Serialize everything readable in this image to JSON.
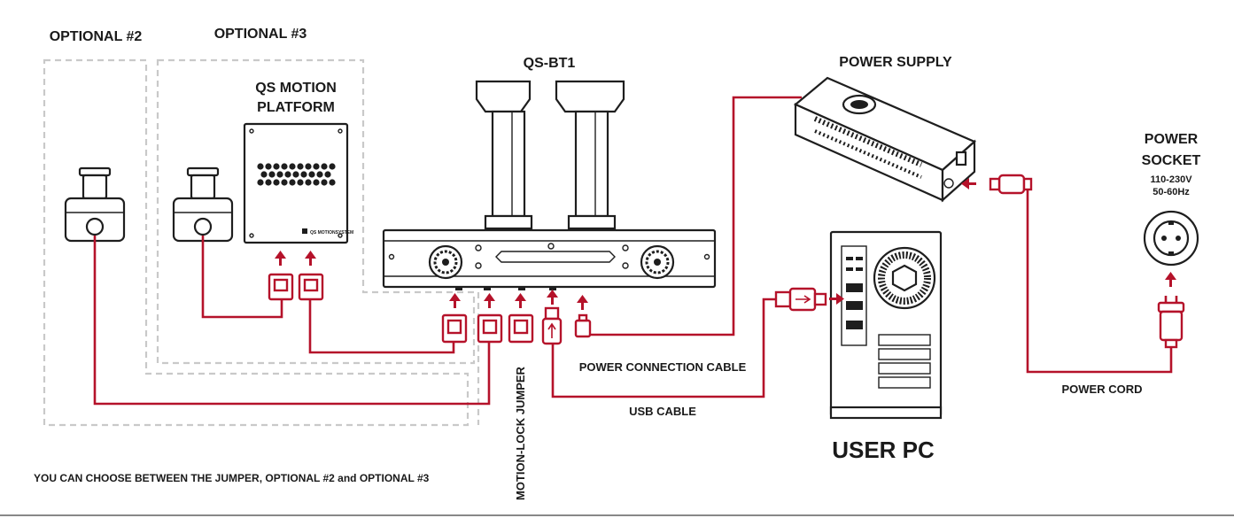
{
  "labels": {
    "optional2": "OPTIONAL #2",
    "optional3": "OPTIONAL #3",
    "platform_line1": "QS MOTION",
    "platform_line2": "PLATFORM",
    "bt1": "QS-BT1",
    "power_supply": "POWER SUPPLY",
    "socket_line1": "POWER",
    "socket_line2": "SOCKET",
    "voltage": "110-230V",
    "frequency": "50-60Hz",
    "power_connection_cable": "POWER CONNECTION CABLE",
    "usb_cable": "USB CABLE",
    "power_cord": "POWER CORD",
    "user_pc": "USER PC",
    "motion_lock_jumper": "MOTION-LOCK JUMPER",
    "note": "YOU CAN CHOOSE BETWEEN THE JUMPER, OPTIONAL #2 and OPTIONAL #3",
    "brand": "QS MOTIONSYSTEM"
  },
  "colors": {
    "cable": "#b5122a",
    "outline": "#1e1e1e",
    "dashed_region": "#c9c9c9"
  },
  "icons": [
    "emergency-stop-icon",
    "usb-icon",
    "power-plug-icon",
    "fan-icon"
  ]
}
